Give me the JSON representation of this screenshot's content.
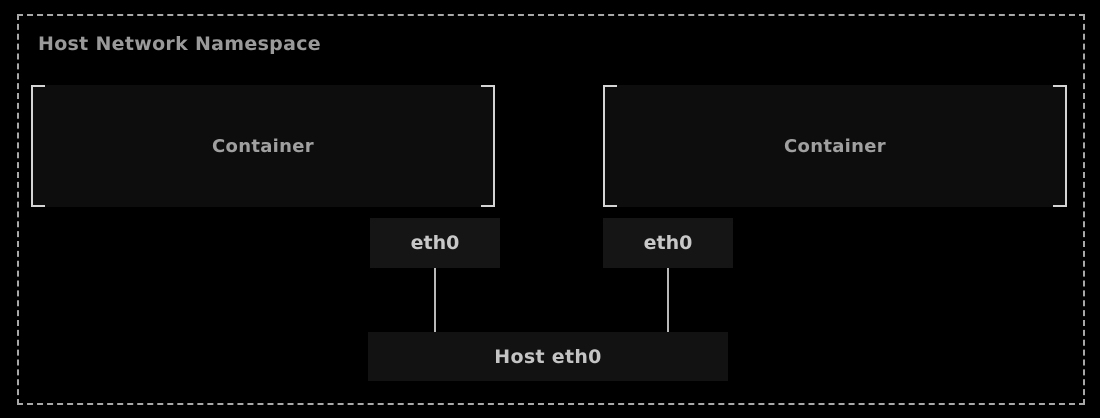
{
  "diagram": {
    "title": "Host Network Namespace",
    "containers": [
      {
        "label": "Container"
      },
      {
        "label": "Container"
      }
    ],
    "interfaces": [
      {
        "label": "eth0"
      },
      {
        "label": "eth0"
      }
    ],
    "host_interface": {
      "label": "Host eth0"
    },
    "colors": {
      "background": "#000000",
      "dashed_border": "#a8a8a8",
      "bracket": "#d4d4d4",
      "container_fill": "#0d0d0d",
      "interface_fill": "#151515",
      "host_interface_fill": "#121212",
      "title_text": "#9a9a9a",
      "container_text": "#a0a0a0",
      "interface_text": "#c8c8c8",
      "connector_line": "#b8b8b8"
    }
  }
}
